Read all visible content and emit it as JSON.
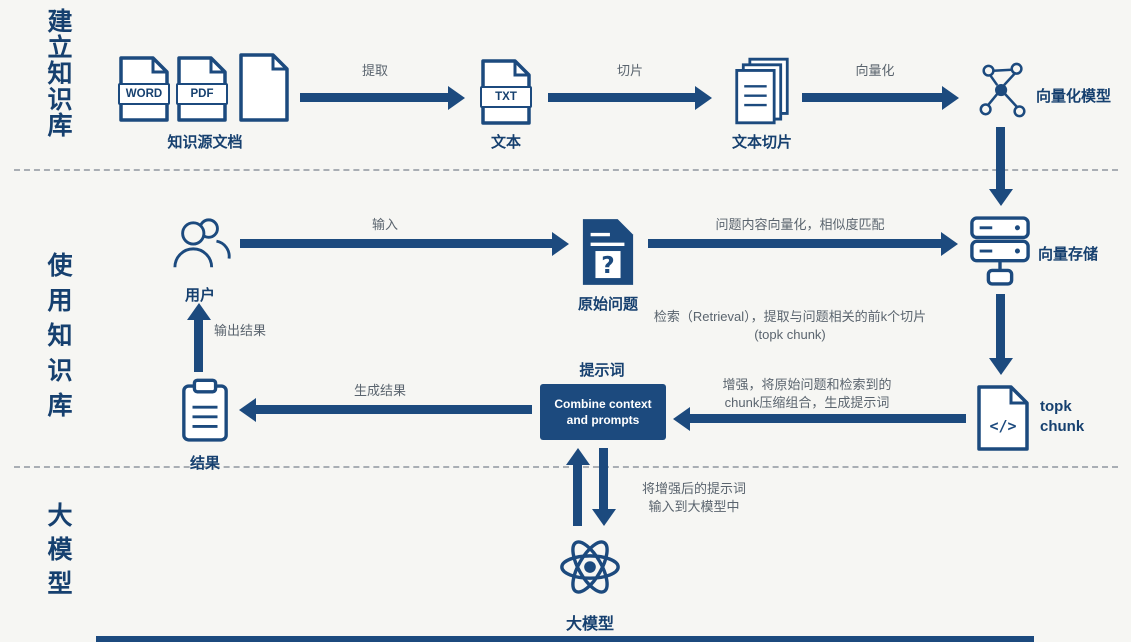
{
  "colors": {
    "navy": "#1c4a7e",
    "ink": "#16406f",
    "gray": "#5a646e",
    "bg": "#f6f6f3"
  },
  "sections": {
    "build": "建立知识库",
    "use": "使用知识库",
    "llm": "大模型"
  },
  "nodes": {
    "source_docs": {
      "label": "知识源文档",
      "badge_word": "WORD",
      "badge_pdf": "PDF"
    },
    "text": {
      "label": "文本",
      "badge": "TXT"
    },
    "chunks": {
      "label": "文本切片"
    },
    "vector_model": {
      "label": "向量化模型"
    },
    "user": {
      "label": "用户"
    },
    "question": {
      "label": "原始问题",
      "glyph": "?"
    },
    "vector_store": {
      "label": "向量存储"
    },
    "topk": {
      "label": "topk chunk",
      "glyph": "</>"
    },
    "prompt": {
      "title": "提示词",
      "box_text": "Combine context and prompts"
    },
    "result": {
      "label": "结果"
    },
    "llm": {
      "label": "大模型"
    }
  },
  "edges": {
    "extract": "提取",
    "slice": "切片",
    "vectorize": "向量化",
    "input": "输入",
    "similarity": "问题内容向量化，相似度匹配",
    "retrieval_line1": "检索（Retrieval），提取与问题相关的前k个切片",
    "retrieval_line2": "(topk chunk)",
    "augment_line1": "增强，将原始问题和检索到的",
    "augment_line2": "chunk压缩组合，生成提示词",
    "generate": "生成结果",
    "output": "输出结果",
    "to_llm_line1": "将增强后的提示词",
    "to_llm_line2": "输入到大模型中"
  }
}
